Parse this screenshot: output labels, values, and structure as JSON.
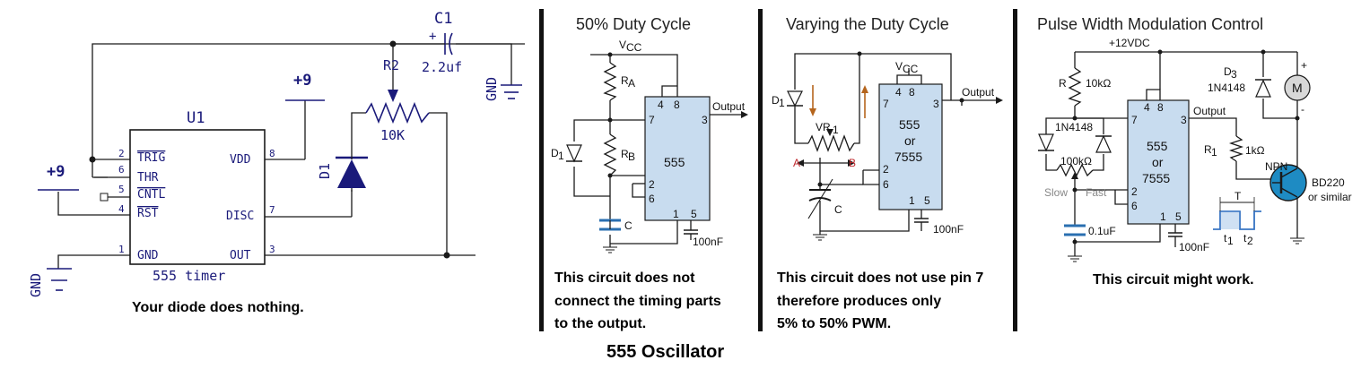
{
  "panel1": {
    "u1": "U1",
    "chip": "555 timer",
    "pins": {
      "trig": "TRIG",
      "thr": "THR",
      "cntl": "CNTL",
      "rst": "RST",
      "gnd": "GND",
      "vdd": "VDD",
      "disc": "DISC",
      "out": "OUT"
    },
    "pin_numbers": {
      "p2": "2",
      "p6": "6",
      "p5": "5",
      "p4": "4",
      "p1": "1",
      "p8": "8",
      "p7": "7",
      "p3": "3"
    },
    "plus9_left": "+9",
    "plus9_top": "+9",
    "gnd_left": "GND",
    "gnd_cap": "GND",
    "c1": "C1",
    "c1_value": "2.2uf",
    "r2": "R2",
    "r2_value": "10K",
    "d1": "D1",
    "caption": "Your diode does nothing."
  },
  "panel2": {
    "title": "50% Duty Cycle",
    "vcc": "V",
    "vcc_sub": "CC",
    "ra": "R",
    "ra_sub": "A",
    "rb": "R",
    "rb_sub": "B",
    "d1": "D",
    "d1_sub": "1",
    "c": "C",
    "chip": "555",
    "output": "Output",
    "nf": "100nF",
    "pins": {
      "p4": "4",
      "p8": "8",
      "p7": "7",
      "p3": "3",
      "p2": "2",
      "p6": "6",
      "p1": "1",
      "p5": "5"
    },
    "caption_lines": [
      "This circuit does not",
      "connect the timing parts",
      "to the output."
    ]
  },
  "bottom_title": "555 Oscillator",
  "panel3": {
    "title": "Varying the Duty Cycle",
    "vcc": "V",
    "vcc_sub": "CC",
    "d1": "D",
    "d1_sub": "1",
    "vr1": "VR",
    "vr1_sub": "1",
    "a": "A",
    "b": "B",
    "c": "C",
    "chip_lines": [
      "555",
      "or",
      "7555"
    ],
    "output": "Output",
    "nf": "100nF",
    "pins": {
      "p4": "4",
      "p8": "8",
      "p7": "7",
      "p3": "3",
      "p2": "2",
      "p6": "6",
      "p1": "1",
      "p5": "5"
    },
    "caption_lines": [
      "This circuit does not use pin 7",
      "therefore produces only",
      "5% to 50% PWM."
    ]
  },
  "panel4": {
    "title": "Pulse Width Modulation Control",
    "supply": "+12VDC",
    "r": "R",
    "r_value": "10kΩ",
    "d_pair": "1N4148",
    "pot": "100kΩ",
    "slow": "Slow",
    "fast": "Fast",
    "cap": "0.1uF",
    "chip_lines": [
      "555",
      "or",
      "7555"
    ],
    "output": "Output",
    "nf": "100nF",
    "r1": "R",
    "r1_sub": "1",
    "r1_value": "1kΩ",
    "d3": "D",
    "d3_sub": "3",
    "d3_value": "1N4148",
    "motor": "M",
    "plus": "+",
    "minus": "-",
    "npn": "NPN",
    "transistor": "BD220",
    "or_similar": "or similar",
    "t": "T",
    "t1": "t",
    "t1_sub": "1",
    "t2": "t",
    "t2_sub": "2",
    "pins": {
      "p4": "4",
      "p8": "8",
      "p7": "7",
      "p3": "3",
      "p2": "2",
      "p6": "6",
      "p1": "1",
      "p5": "5"
    },
    "caption": "This circuit might work."
  }
}
